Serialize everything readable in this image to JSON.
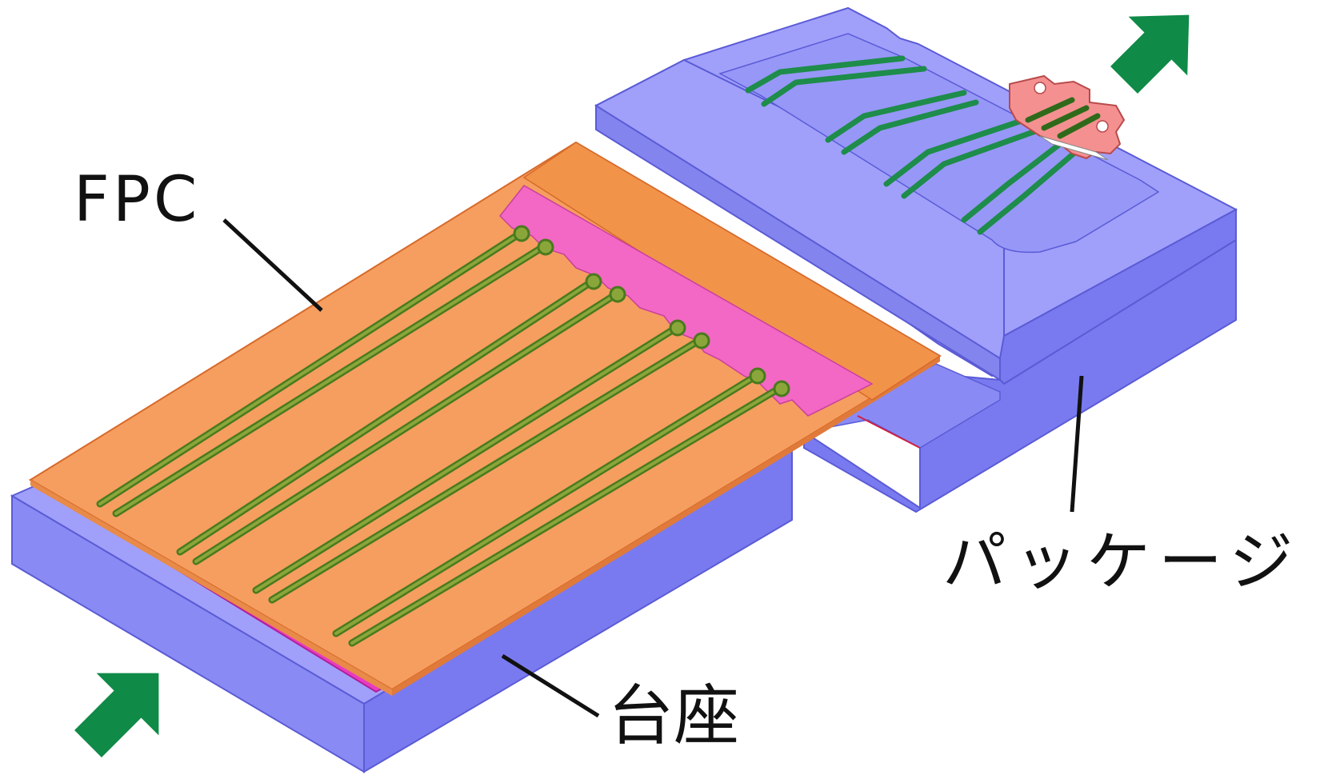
{
  "labels": {
    "fpc": "FPC",
    "base": "台座",
    "package": "パッケージ"
  },
  "colors": {
    "block_top": "#a0a0fb",
    "block_front": "#7a7af0",
    "block_side": "#8787f2",
    "block_edge": "#5b5bd6",
    "fpc_orange": "#f59e5f",
    "fpc_orange_dark": "#f2934a",
    "fpc_edge": "#d76a2a",
    "pad_pink": "#f268c4",
    "pad_magenta": "#e83cc0",
    "trace_green": "#4a7a1e",
    "trace_green_fill": "#8aa63a",
    "package_trace": "#1e8c4a",
    "arrow_green": "#0f8a47",
    "connector_pink": "#f49090",
    "leader_line": "#111111"
  },
  "icons": {
    "inlet_arrow": "arrow-up-right-icon",
    "outlet_arrow": "arrow-up-right-icon"
  }
}
